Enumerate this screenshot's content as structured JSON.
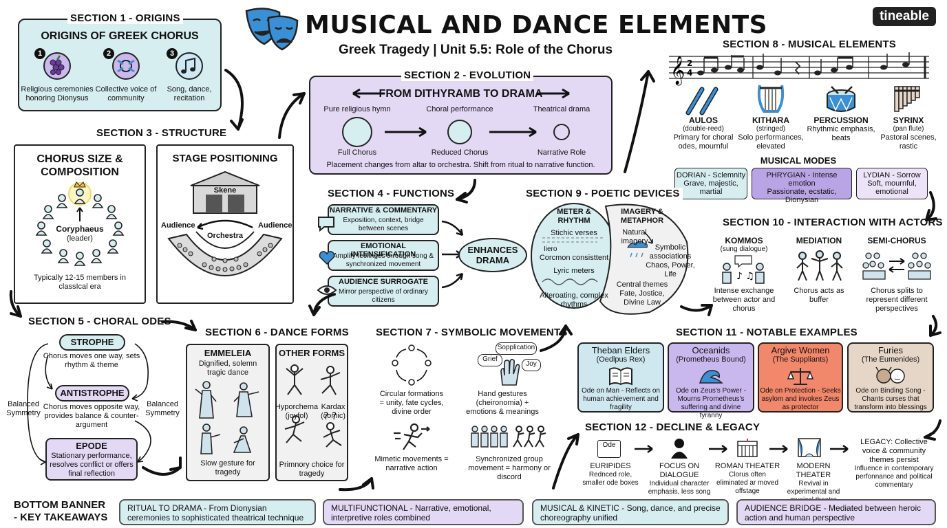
{
  "header": {
    "title": "MUSICAL AND DANCE ELEMENTS",
    "subtitle": "Greek Tragedy | Unit 5.5: Role of the Chorus",
    "brand": "tineable"
  },
  "s1": {
    "section": "SECTION 1 - ORIGINS",
    "heading": "ORIGINS OF GREEK CHORUS",
    "items": [
      {
        "num": "1",
        "label": "Religious ceremonies honoring Dionysus"
      },
      {
        "num": "2",
        "label": "Collective voice of community"
      },
      {
        "num": "3",
        "label": "Song, dance, recitation"
      }
    ]
  },
  "s2": {
    "section": "SECTION 2 - EVOLUTION",
    "heading": "FROM DITHYRAMB TO DRAMA",
    "stages": [
      {
        "top": "Pure religious hymn",
        "bottom": "Full Chorus"
      },
      {
        "top": "Choral performance",
        "bottom": "Reduced Chorus"
      },
      {
        "top": "Theatrical drama",
        "bottom": "Narrative Role"
      }
    ],
    "note": "Placement changes from altar to orchestra. Shift from ritual to narrative function."
  },
  "s3": {
    "section": "SECTION 3 - STRUCTURE",
    "size_heading": "CHORUS SIZE & COMPOSITION",
    "leader": "Coryphaeus",
    "leader_sub": "(leader)",
    "members": "Typically 12-15 members in classIcal era",
    "stage_heading": "STAGE POSITIONING",
    "skene": "Skene",
    "orchestra": "Orchestra",
    "audience_left": "Audience",
    "audience_right": "Audience"
  },
  "s4": {
    "section": "SECTION 4 - FUNCTIONS",
    "items": [
      {
        "title": "NARRATIVE & COMMENTARY",
        "desc": "Exposition, context, bridge between scenes"
      },
      {
        "title": "EMOTIONAL INTENSIFICATION",
        "desc": "Amplify feelinges through song & synchronized movement"
      },
      {
        "title": "AUDIENCE SURROGATE",
        "desc": "Mirror perspective of ordinary citizens"
      }
    ],
    "result": "ENHANCES DRAMA"
  },
  "s5": {
    "section": "SECTION 5 - CHORAL ODES",
    "strophe": {
      "title": "STROPHE",
      "desc": "Chorus moves one way, sets rhythm & theme"
    },
    "antistrophe": {
      "title": "ANTISTROPHE",
      "desc": "Chorus moves opposite way, provides balance & counter-argument"
    },
    "epode": {
      "title": "EPODE",
      "desc": "Stationary performance, resolves conflict or offers final reflection"
    },
    "left_label": "Balanced Symmetry",
    "right_label": "Balanced Symmetry"
  },
  "s6": {
    "section": "SECTION 6 - DANCE FORMS",
    "emmeleia": {
      "title": "EMMELEIA",
      "desc": "Dignified, solemn tragic dance",
      "note": "Slow gesture for tragedy"
    },
    "other": {
      "title": "OTHER FORMS",
      "hyporchema": "Hyporchema (joyfol)",
      "kordax": "Kardax (comic)",
      "note": "Primnory choice for tragedy"
    }
  },
  "s7": {
    "section": "SECTION 7 - SYMBOLIC MOVEMENTS",
    "circular": "Circular formations = unity, fate cycles, divine order",
    "hand": "Hand gestures (cheironomia) + emotions & meanings",
    "bubbles": [
      "Grief",
      "Sopplication",
      "Joy"
    ],
    "mimetic": "Mimetic movements = narrative action",
    "sync": "Synchronized group movement = harmony or discord"
  },
  "s8": {
    "section": "SECTION 8 - MUSICAL ELEMENTS",
    "instruments": [
      {
        "name": "AULOS",
        "type": "(double-reed)",
        "desc": "Primary for choral odes, mournful"
      },
      {
        "name": "KITHARA",
        "type": "(stringed)",
        "desc": "Solo performances, elevated"
      },
      {
        "name": "PERCUSSION",
        "type": "",
        "desc": "Rhythmic emphasis, beats"
      },
      {
        "name": "SYRINX",
        "type": "(pan flute)",
        "desc": "Pastoral scenes, rastic"
      }
    ],
    "modes_heading": "MUSICAL MODES",
    "modes": [
      {
        "name": "DORIAN - Sclemnity",
        "desc": "Grave, majestic, martial"
      },
      {
        "name": "PHRYGIAN - Intense emotion",
        "desc": "Passionate, ecstatic, Dionysian"
      },
      {
        "name": "LYDIAN - Sorrow",
        "desc": "Soft, mournful, emotional"
      }
    ],
    "colors": {
      "dorian": "#d7eef1",
      "phrygian": "#b9a4e6",
      "lydian": "#ece3f8"
    }
  },
  "s9": {
    "section": "SECTION 9 - POETIC DEVICES",
    "meter_heading": "METER & RHYTHM",
    "stichic": "Stichic verses",
    "iamb": "Iiero",
    "common": "Corcmon consisttent",
    "lyric": "Lyric meters",
    "alt": "Alteroating, complex rhythms",
    "imagery_heading": "IMAGERY & METAPHOR",
    "natural": "Natural imagery",
    "symbolic": "Symbolic associations Chaos, Power, Life",
    "themes": "Central themes Fate, Jostice, Divine Law"
  },
  "s10": {
    "section": "SECTION 10 - INTERACTION WITH ACTORS",
    "items": [
      {
        "title": "KOMMOS",
        "sub": "(sung dialogue)",
        "desc": "Intense exchange between actor and chorus"
      },
      {
        "title": "MEDIATION",
        "sub": "",
        "desc": "Chorus acts as buffer"
      },
      {
        "title": "SEMI-CHORUS",
        "sub": "",
        "desc": "Chorus splits to represent different perspectives"
      }
    ]
  },
  "s11": {
    "section": "SECTION 11 - NOTABLE EXAMPLES",
    "items": [
      {
        "title": "Theban Elders",
        "sub": "(Oedlpus Rex)",
        "desc": "Ode on Man - Reflects on human achievement and fragility",
        "color": "#cfe7ef"
      },
      {
        "title": "Oceanids",
        "sub": "(Prometheus Bound)",
        "desc": "Ode on Zeus's Power - Mourns Prometheus's suffering and divine tyranny",
        "color": "#c9b8ee"
      },
      {
        "title": "Argive Women",
        "sub": "(The Suppliants)",
        "desc": "Ode on Protection - Seeks asylom and invokes Zeus as protector",
        "color": "#f1876b"
      },
      {
        "title": "Furies",
        "sub": "(The Eumenides)",
        "desc": "Ode on Binding Song - Chants curses that transform into blessings",
        "color": "#e6d6c8"
      }
    ]
  },
  "s12": {
    "section": "SECTION 12 - DECLINE & LEGACY",
    "ode": "Ode",
    "steps": [
      {
        "title": "EURIPIDES",
        "desc": "Rednced role, smaller ode boxes"
      },
      {
        "title": "FOCUS ON DIALOGUE",
        "desc": "Individual character emphasis, less song"
      },
      {
        "title": "ROMAN THEATER",
        "desc": "Clorus often eliminated ar moved offstage"
      },
      {
        "title": "MODERN THEATER",
        "desc": "Revival in experimental and musical theatre"
      }
    ],
    "legacy_title": "LEGACY: Collective voice & community themes persist",
    "legacy_desc": "Influence in contemporary perfonnance and political commentary"
  },
  "banner": {
    "label": "BOTTOM BANNER - KEY TAKEAWAYS",
    "items": [
      {
        "head": "RITUAL TO DRAMA",
        "text": " - From Dionysian ceremonies to sophisticated theatrical technique"
      },
      {
        "head": "MULTIFUNCTIONAL",
        "text": " - Narrative, emotional, interpretive roles combined"
      },
      {
        "head": "MUSICAL & KINETIC",
        "text": " - Song, dance, and precise choreography unified"
      },
      {
        "head": "AUDIENCE BRIDGE",
        "text": " - Mediated between heroic action and human perspective"
      }
    ]
  }
}
